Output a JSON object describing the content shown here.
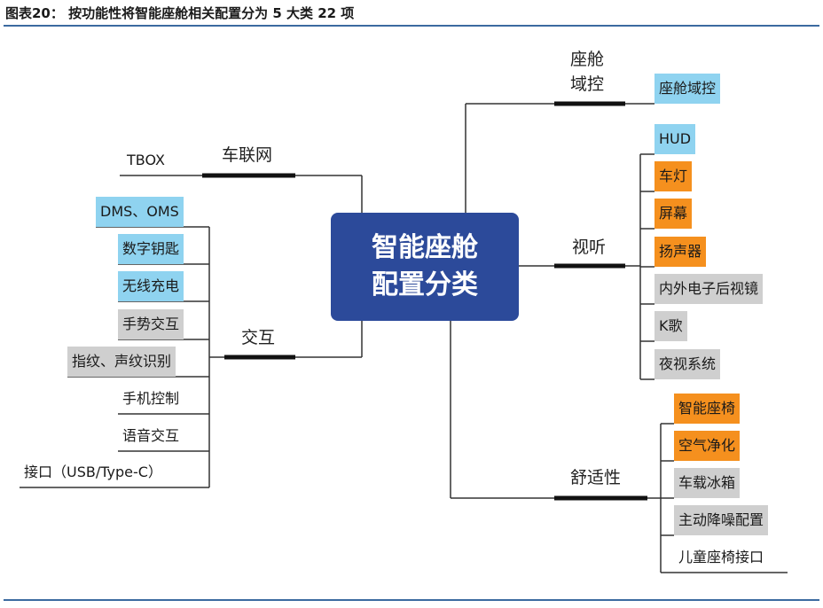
{
  "header": {
    "title": "图表20： 按功能性将智能座舱相关配置分为 5 大类 22 项"
  },
  "center": {
    "line1": "智能座舱",
    "line2": "配置分类"
  },
  "categories": {
    "cockpit_domain": {
      "line1": "座舱",
      "line2": "域控"
    },
    "iov": {
      "label": "车联网"
    },
    "audio_visual": {
      "label": "视听"
    },
    "interaction": {
      "label": "交互"
    },
    "comfort": {
      "label": "舒适性"
    }
  },
  "leaves": {
    "cockpit_domain_control": "座舱域控",
    "tbox": "TBOX",
    "hud": "HUD",
    "lights": "车灯",
    "screen": "屏幕",
    "speaker": "扬声器",
    "mirror": "内外电子后视镜",
    "karaoke": "K歌",
    "night_vision": "夜视系统",
    "dms_oms": "DMS、OMS",
    "digital_key": "数字钥匙",
    "wireless_charging": "无线充电",
    "gesture": "手势交互",
    "fingerprint_voiceprint": "指纹、声纹识别",
    "phone_control": "手机控制",
    "voice": "语音交互",
    "usb": "接口（USB/Type-C）",
    "smart_seat": "智能座椅",
    "air_purify": "空气净化",
    "fridge": "车载冰箱",
    "anc": "主动降噪配置",
    "child_seat": "儿童座椅接口"
  },
  "colors": {
    "center": "#2c4a9a",
    "blue_box": "#8fd3f0",
    "orange_box": "#f5901e",
    "gray_box": "#cfcfcf",
    "rule": "#3b6aa0"
  }
}
